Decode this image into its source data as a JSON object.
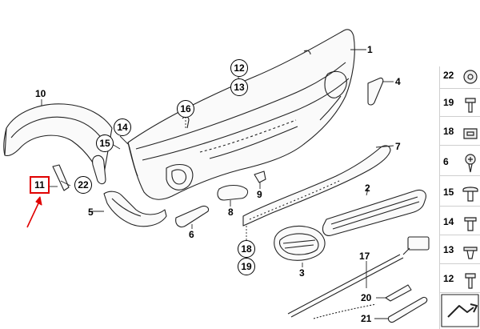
{
  "diagram": {
    "callouts": {
      "p1": "1",
      "p2": "2",
      "p3": "3",
      "p4": "4",
      "p5": "5",
      "p6": "6",
      "p7": "7",
      "p8": "8",
      "p9": "9",
      "p10": "10",
      "p11": "11",
      "p12": "12",
      "p13": "13",
      "p14": "14",
      "p15": "15",
      "p16": "16",
      "p17": "17",
      "p18": "18",
      "p19": "19",
      "p20": "20",
      "p21": "21",
      "p22": "22"
    },
    "highlight_color": "#e00000",
    "legend": [
      "22",
      "19",
      "18",
      "6",
      "15",
      "14",
      "13",
      "12"
    ]
  }
}
